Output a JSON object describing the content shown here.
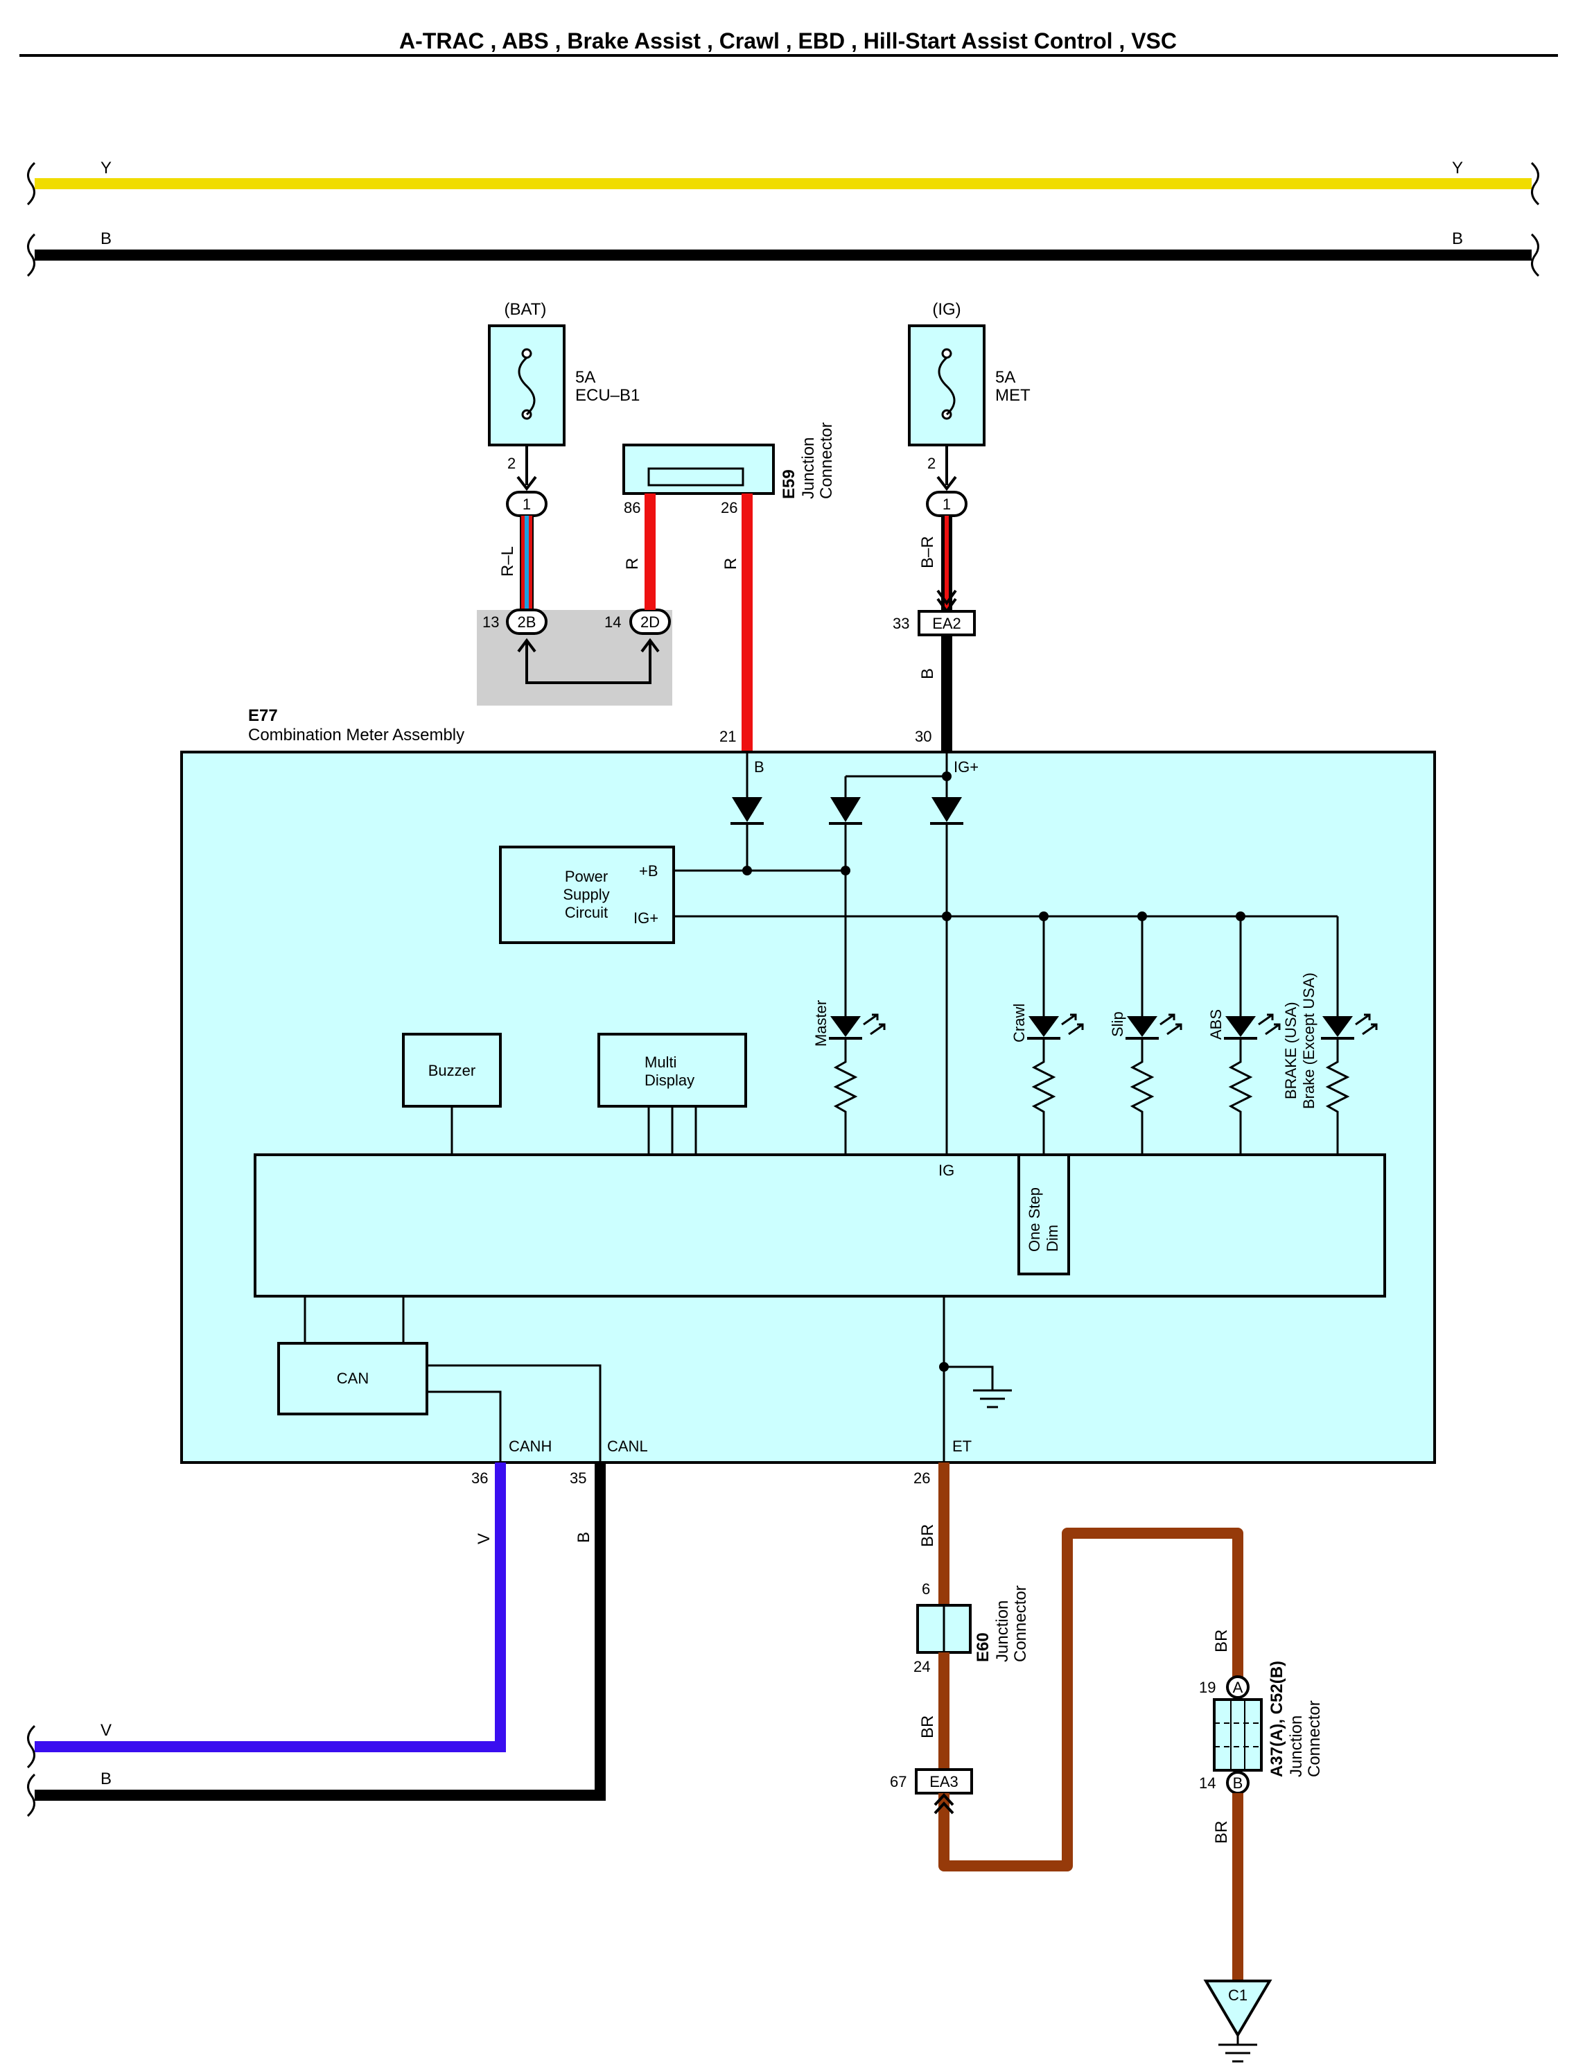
{
  "title": "A-TRAC , ABS , Brake Assist , Crawl , EBD , Hill-Start Assist Control , VSC",
  "colors": {
    "yellow": "#f0dc00",
    "black": "#000000",
    "red": "#ee1111",
    "violet": "#3a0ef0",
    "brown": "#963a0a",
    "box": "#ccffff",
    "shade": "#cfcfcf"
  },
  "buses": {
    "y_left": "Y",
    "y_right": "Y",
    "b_left": "B",
    "b_right": "B",
    "v_bottom": "V",
    "b_bottom": "B"
  },
  "fuses": {
    "bat": {
      "source": "(BAT)",
      "rating": "5A",
      "name": "ECU–B1",
      "pin": "2",
      "conn": "1",
      "wire": "R–L"
    },
    "ig": {
      "source": "(IG)",
      "rating": "5A",
      "name": "MET",
      "pin": "2",
      "conn": "1",
      "wire": "B–R"
    }
  },
  "junction_2b": {
    "pin": "13",
    "label": "2B"
  },
  "junction_2d": {
    "pin": "14",
    "label": "2D",
    "wire": "R"
  },
  "e59": {
    "id": "E59",
    "name1": "Junction",
    "name2": "Connector",
    "pin_left": "86",
    "pin_right": "26",
    "wire": "R"
  },
  "ea2": {
    "label": "EA2",
    "pin": "33",
    "wire": "B"
  },
  "e77": {
    "id": "E77",
    "name": "Combination Meter Assembly",
    "pin_b": "21",
    "term_b": "B",
    "pin_ig": "30",
    "term_ig": "IG+",
    "power_supply": [
      "Power",
      "Supply",
      "Circuit"
    ],
    "ps_plus_b": "+B",
    "ps_ig": "IG+",
    "buzzer": "Buzzer",
    "multi_display": [
      "Multi",
      "Display"
    ],
    "lamps": [
      "Master",
      "Crawl",
      "Slip",
      "ABS"
    ],
    "brake_lamp": [
      "BRAKE (USA)",
      "Brake (Except USA)"
    ],
    "ig_label": "IG",
    "one_step": [
      "One Step",
      "Dim"
    ],
    "can": "CAN",
    "canh": "CANH",
    "canl": "CANL",
    "et": "ET",
    "pin_canh": "36",
    "pin_canl": "35",
    "pin_et": "26"
  },
  "wires_bottom": {
    "canh": "V",
    "canl": "B",
    "et": "BR"
  },
  "e60": {
    "id": "E60",
    "name1": "Junction",
    "name2": "Connector",
    "pin_top": "6",
    "pin_bottom": "24",
    "wire": "BR"
  },
  "ea3": {
    "label": "EA3",
    "pin": "67"
  },
  "a37": {
    "id": "A37(A), C52(B)",
    "name1": "Junction",
    "name2": "Connector",
    "pin_a": "19",
    "conn_a": "A",
    "pin_b": "14",
    "conn_b": "B",
    "wire_top": "BR",
    "wire_bottom": "BR"
  },
  "ground": {
    "label": "C1"
  }
}
